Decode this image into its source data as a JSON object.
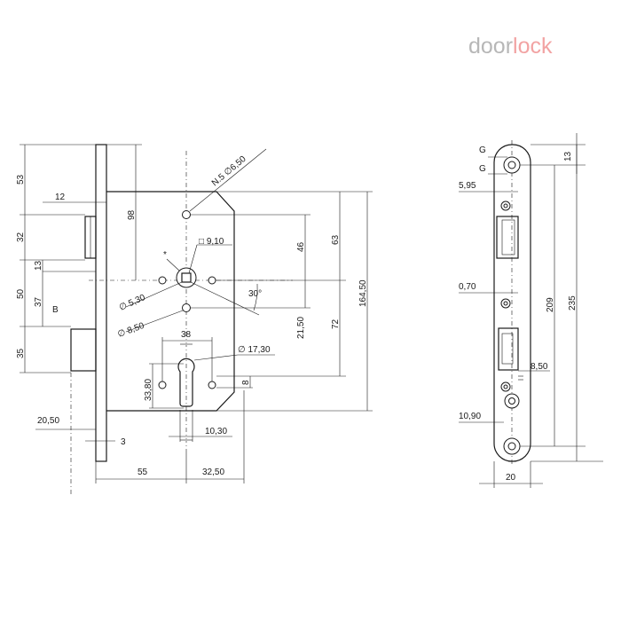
{
  "brand": {
    "part1": "door",
    "part2": "lock",
    "color1": "#b7b7b7",
    "color2": "#f2a3a3"
  },
  "front_view": {
    "dims": {
      "d53": "53",
      "d32": "32",
      "d13": "13",
      "d50": "50",
      "d37": "37",
      "d35": "35",
      "d12": "12",
      "d98": "98",
      "d205": "20,50",
      "d3": "3",
      "d55": "55",
      "d325": "32,50",
      "n5": "N.5",
      "dia650": "6,50",
      "sq910": "9,10",
      "star": "*",
      "dia530": "5,30",
      "dia850": "8,50",
      "a30": "30°",
      "d46": "46",
      "d63": "63",
      "d1645": "164,50",
      "d215": "21,50",
      "d72": "72",
      "d38": "38",
      "dia1730": "17,30",
      "d338": "33,80",
      "d8": "8",
      "d1030": "10,30",
      "B": "B",
      "dia": "∅",
      "sq": "□"
    }
  },
  "side_view": {
    "dims": {
      "G1": "G",
      "G2": "G",
      "d13": "13",
      "d595": "5,95",
      "d070": "0,70",
      "d209": "209",
      "d235": "235",
      "d850": "8,50",
      "d1090": "10,90",
      "d20": "20"
    }
  }
}
